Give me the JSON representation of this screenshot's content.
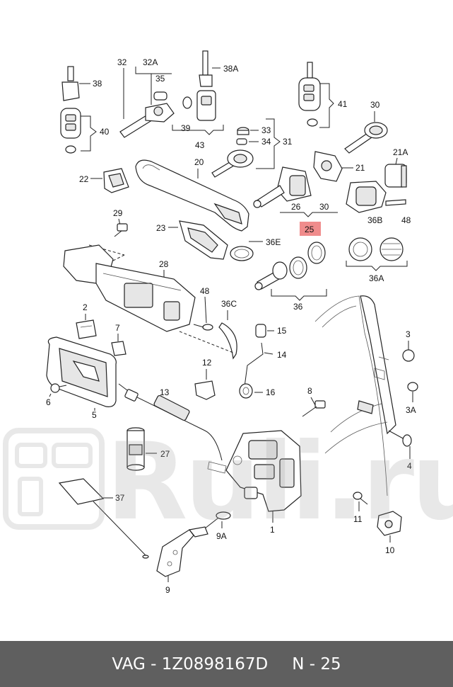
{
  "labels": {
    "l38": "38",
    "l32": "32",
    "l32a": "32A",
    "l35": "35",
    "l38a": "38A",
    "l40": "40",
    "l39": "39",
    "l43": "43",
    "l41": "41",
    "l30top": "30",
    "l33": "33",
    "l34": "34",
    "l31": "31",
    "l21a": "21A",
    "l22": "22",
    "l20": "20",
    "l21": "21",
    "l26": "26",
    "l30": "30",
    "l25": "25",
    "l36b": "36B",
    "l48top": "48",
    "l29": "29",
    "l23": "23",
    "l36e": "36E",
    "l36a": "36A",
    "l28": "28",
    "l36": "36",
    "l2": "2",
    "l48": "48",
    "l36c": "36C",
    "l7": "7",
    "l15": "15",
    "l3": "3",
    "l14": "14",
    "l12": "12",
    "l6": "6",
    "l5": "5",
    "l13": "13",
    "l16": "16",
    "l8": "8",
    "l3a": "3A",
    "l27": "27",
    "l4": "4",
    "l37": "37",
    "l11": "11",
    "l1": "1",
    "l9a": "9A",
    "l10": "10",
    "l9": "9"
  },
  "highlight_color": "#f08c8c",
  "watermark": {
    "text": "Ruli.ru"
  },
  "footer": {
    "brand": "VAG - 1Z0898167D",
    "position": "N - 25"
  }
}
